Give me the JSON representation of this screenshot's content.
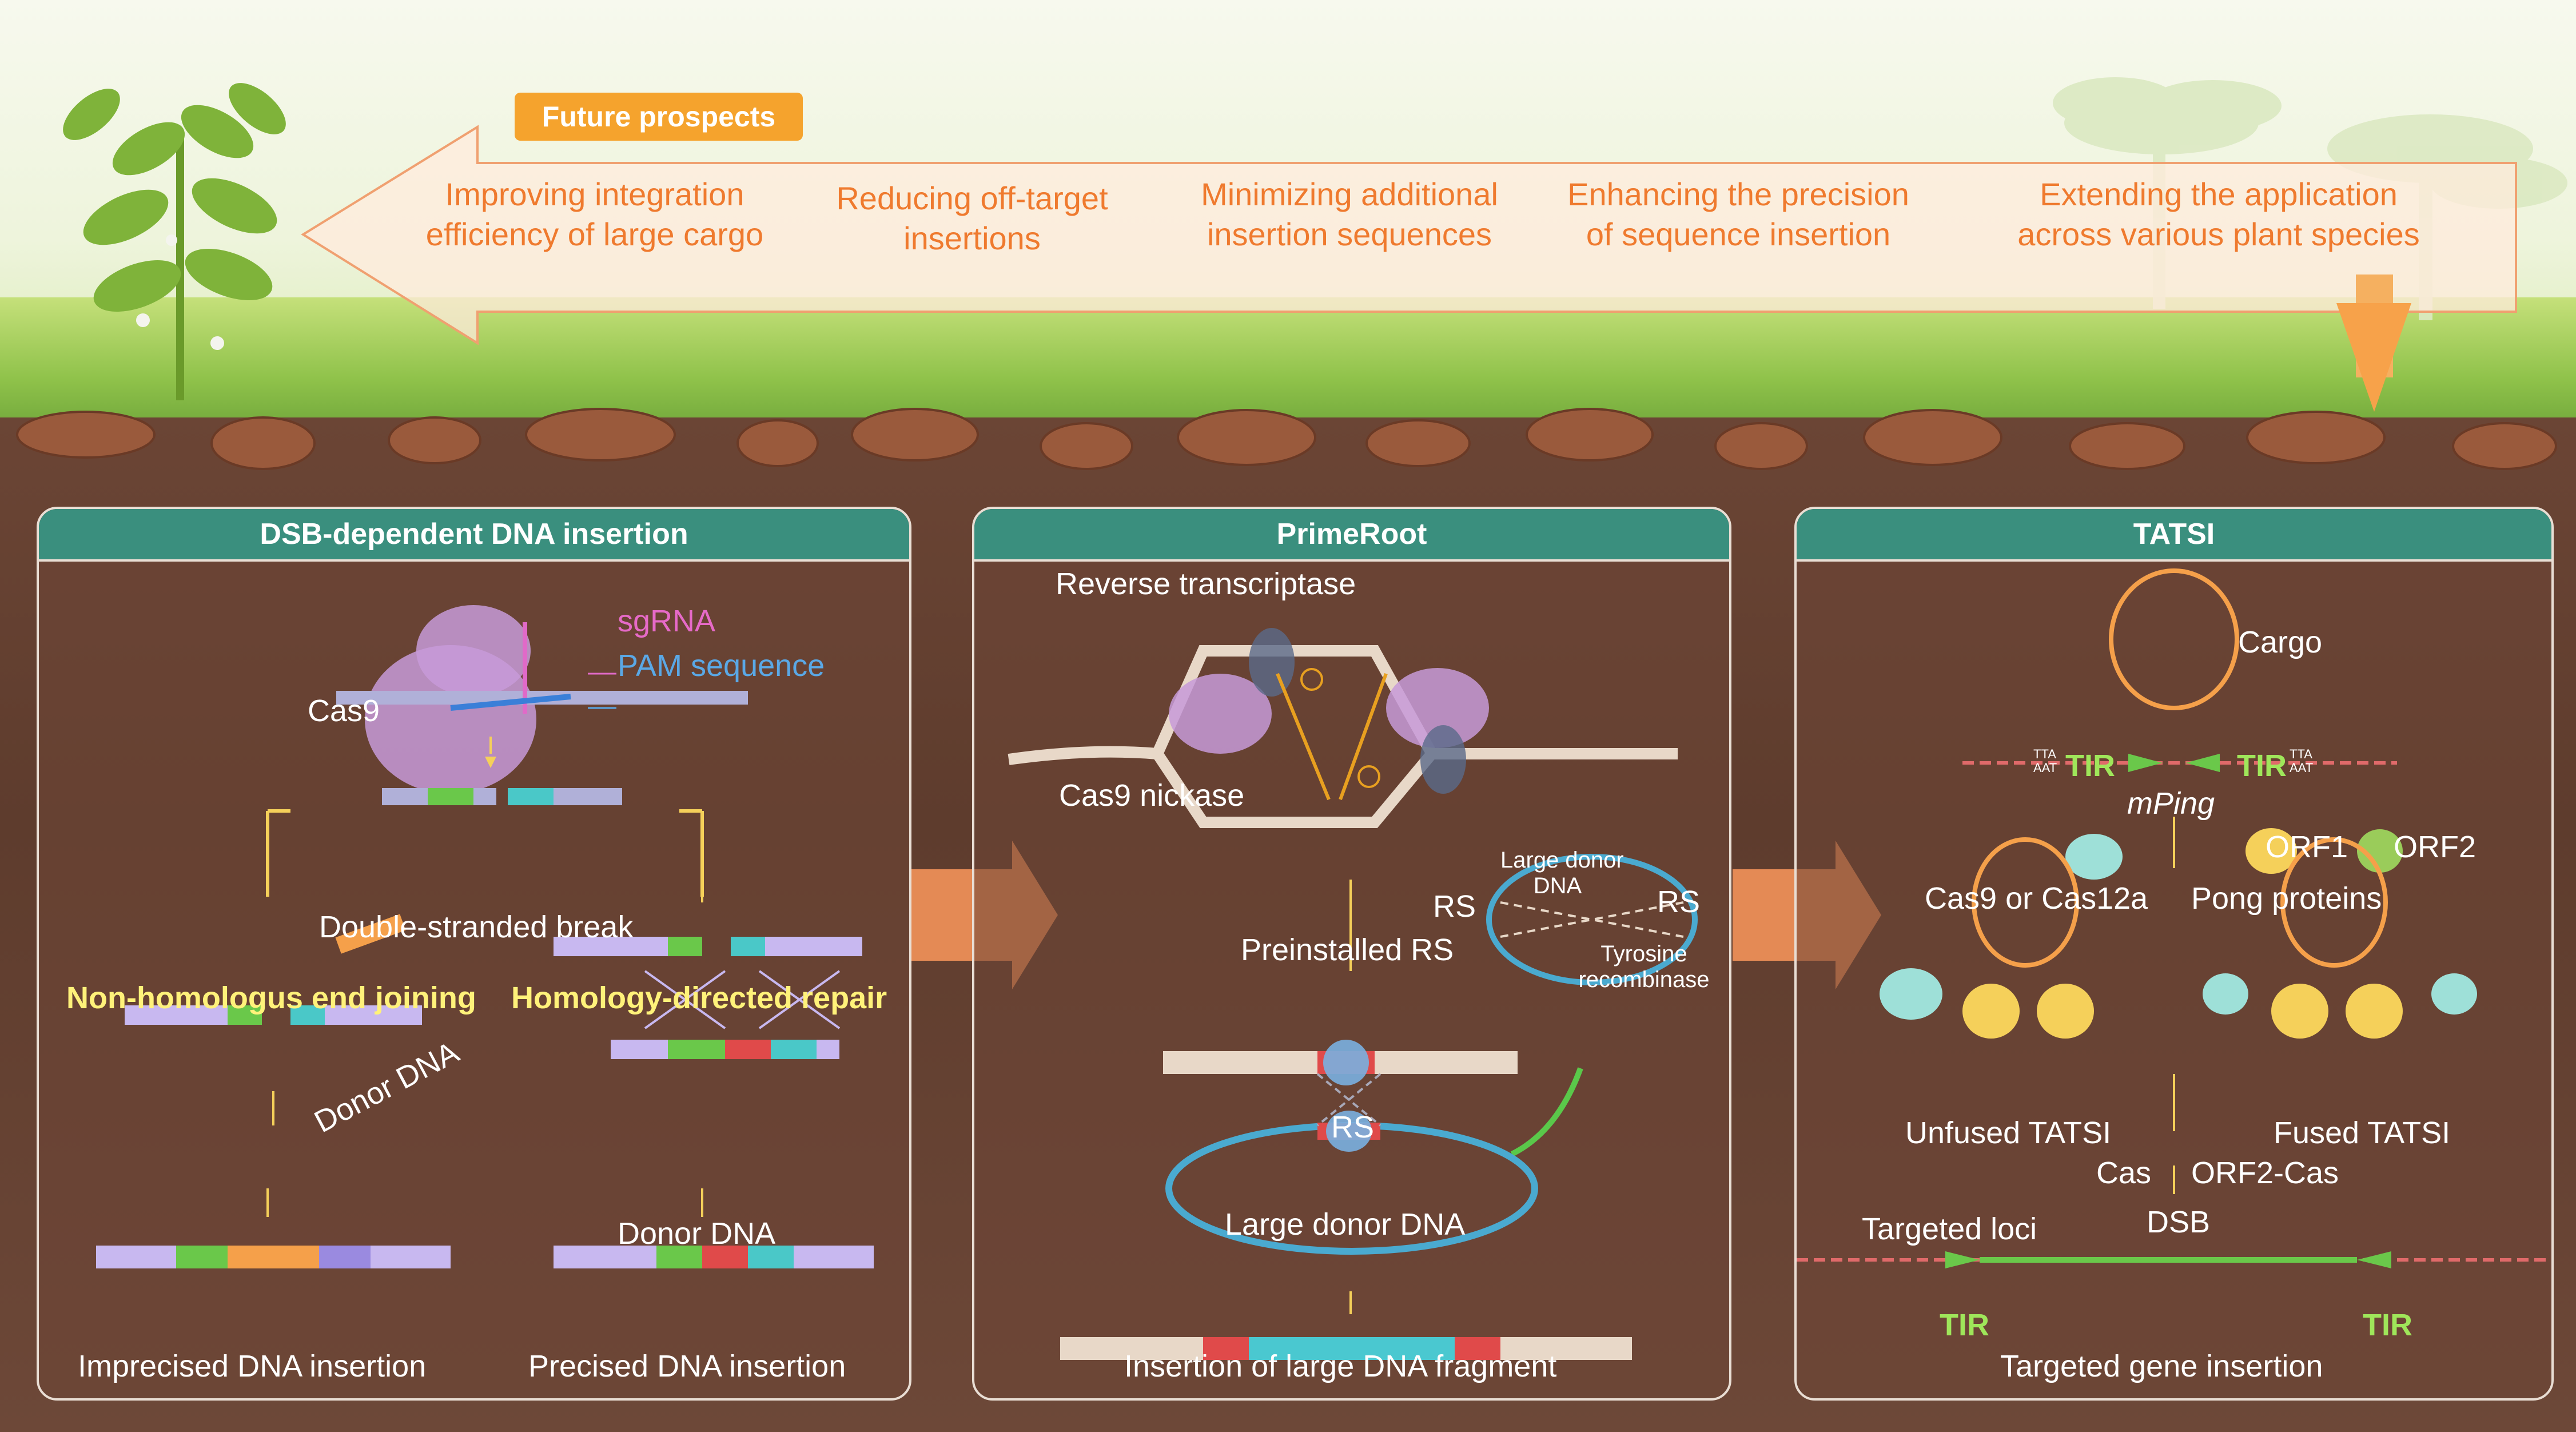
{
  "header": {
    "badge": "Future prospects",
    "prospects": [
      "Improving integration\nefficiency of large cargo",
      "Reducing off-target\ninsertions",
      "Minimizing additional\ninsertion sequences",
      "Enhancing the precision\nof sequence insertion",
      "Extending the application\nacross various plant species"
    ]
  },
  "panels": {
    "dsb": {
      "title": "DSB-dependent DNA insertion",
      "sgrna": "sgRNA",
      "pam": "PAM sequence",
      "cas9": "Cas9",
      "dsb_label": "Double-stranded break",
      "nhej": "Non-homologus end joining",
      "hdr": "Homology-directed repair",
      "donor_diag": "Donor DNA",
      "donor": "Donor DNA",
      "imprecise": "Imprecised  DNA insertion",
      "precise": "Precised  DNA insertion"
    },
    "primeroot": {
      "title": "PrimeRoot",
      "rt": "Reverse transcriptase",
      "nickase": "Cas9 nickase",
      "preinstalled": "Preinstalled RS",
      "large_donor_circle": "Large donor\nDNA",
      "rs": "RS",
      "tyrosine": "Tyrosine\nrecombinase",
      "large_donor": "Large donor DNA",
      "insertion": "Insertion of large DNA fragment"
    },
    "tatsi": {
      "title": "TATSI",
      "cargo": "Cargo",
      "tir": "TIR",
      "tta": "TTA",
      "aat": "AAT",
      "mping": "mPing",
      "orf1": "ORF1",
      "orf2": "ORF2",
      "cas": "Cas9 or Cas12a",
      "pong_italic": "Pong",
      "pong_rest": " proteins",
      "unfused": "Unfused TATSI",
      "fused": "Fused TATSI",
      "cas_short": "Cas",
      "orf2cas": "ORF2-Cas",
      "targeted_loci": "Targeted loci",
      "dsb": "DSB",
      "final": "Targeted gene insertion"
    }
  },
  "colors": {
    "accent_orange": "#ef7a2e",
    "panel_header": "#3a8f7e",
    "highlight_yellow": "#fff27a",
    "tir_green": "#9fe65a"
  }
}
